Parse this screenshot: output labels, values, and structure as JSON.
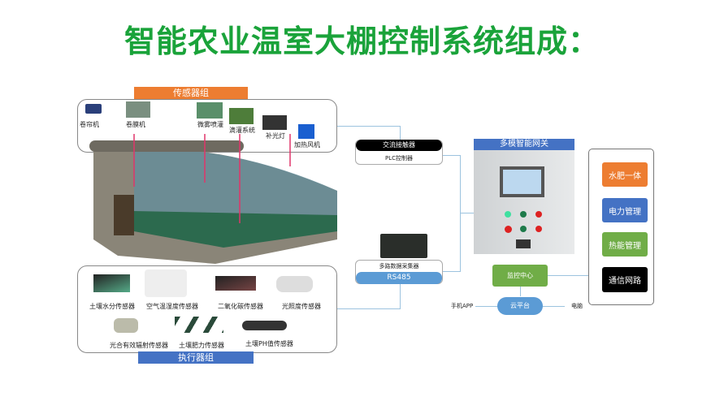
{
  "title": "智能农业温室大棚控制系统组成：",
  "sensor_group": {
    "label": "传感器组",
    "items": [
      "卷帘机",
      "卷膜机",
      "微雾喷灌",
      "滴灌系统",
      "补光灯",
      "加热风机"
    ]
  },
  "actuator_group": {
    "label": "执行器组",
    "items": [
      "土壤水分传感器",
      "空气温湿度传感器",
      "二氧化碳传感器",
      "光照度传感器",
      "光合有效辐射传感器",
      "土壤肥力传感器",
      "土壤PH值传感器"
    ]
  },
  "contactor": {
    "title": "交流接触器",
    "subtitle": "PLC控制器"
  },
  "collector": {
    "title": "多路数据采集器",
    "bus": "RS485"
  },
  "gateway": {
    "title": "多模智能网关"
  },
  "monitor": "监控中心",
  "cloud": "云平台",
  "phone": "手机APP",
  "pc": "电脑",
  "modules": [
    {
      "label": "水肥一体",
      "color": "#ed7d31"
    },
    {
      "label": "电力管理",
      "color": "#4472c4"
    },
    {
      "label": "热能管理",
      "color": "#70ad47"
    },
    {
      "label": "通信网路",
      "color": "#000000"
    }
  ]
}
